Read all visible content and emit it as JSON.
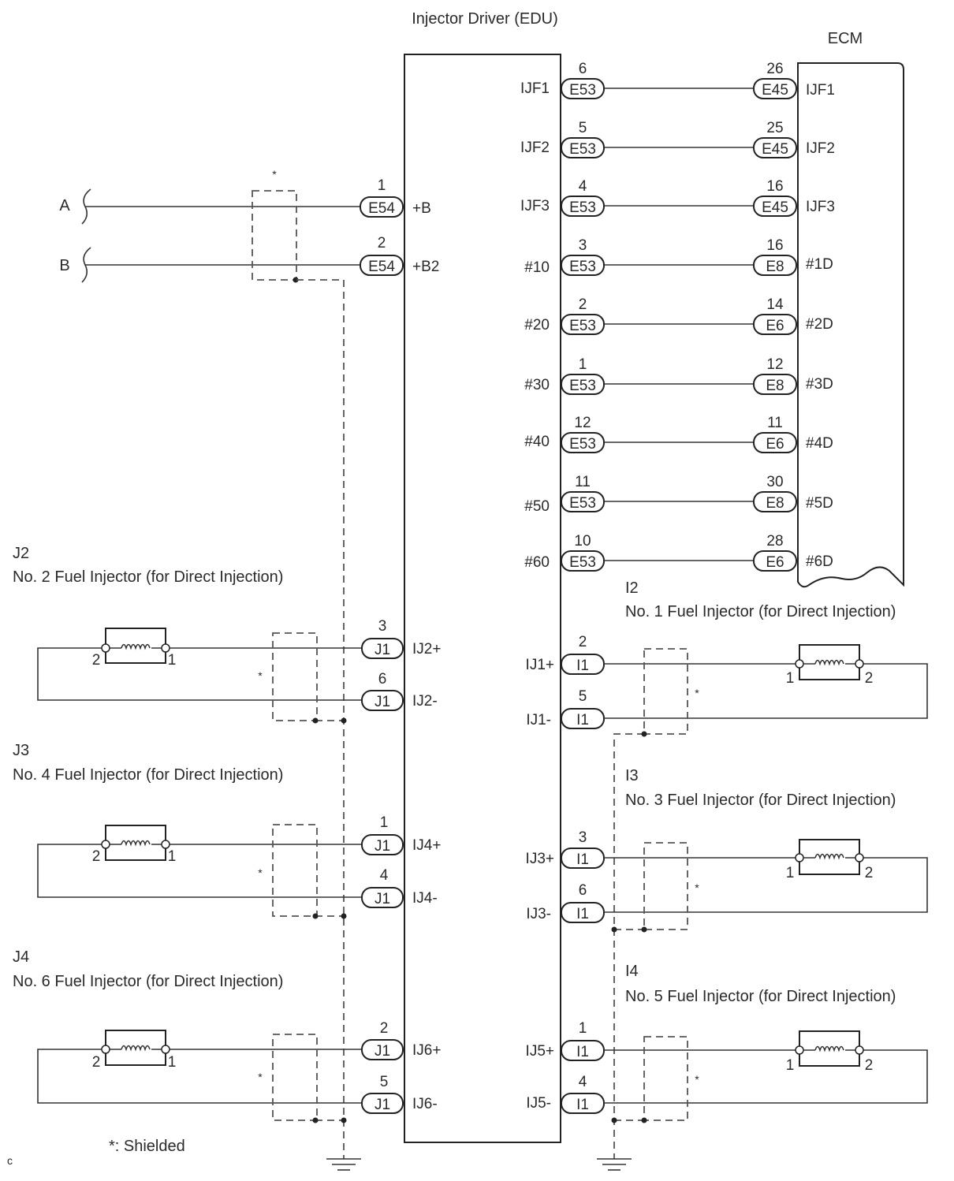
{
  "edu": {
    "title": "Injector Driver (EDU)",
    "left_terminals": [
      {
        "pin": "1",
        "connector": "E54",
        "label": "+B"
      },
      {
        "pin": "2",
        "connector": "E54",
        "label": "+B2"
      },
      {
        "pin": "3",
        "connector": "J1",
        "label": "IJ2+"
      },
      {
        "pin": "6",
        "connector": "J1",
        "label": "IJ2-"
      },
      {
        "pin": "1",
        "connector": "J1",
        "label": "IJ4+"
      },
      {
        "pin": "4",
        "connector": "J1",
        "label": "IJ4-"
      },
      {
        "pin": "2",
        "connector": "J1",
        "label": "IJ6+"
      },
      {
        "pin": "5",
        "connector": "J1",
        "label": "IJ6-"
      }
    ],
    "right_terminals": [
      {
        "pin": "6",
        "connector": "E53",
        "label": "IJF1"
      },
      {
        "pin": "5",
        "connector": "E53",
        "label": "IJF2"
      },
      {
        "pin": "4",
        "connector": "E53",
        "label": "IJF3"
      },
      {
        "pin": "3",
        "connector": "E53",
        "label": "#10"
      },
      {
        "pin": "2",
        "connector": "E53",
        "label": "#20"
      },
      {
        "pin": "1",
        "connector": "E53",
        "label": "#30"
      },
      {
        "pin": "12",
        "connector": "E53",
        "label": "#40"
      },
      {
        "pin": "11",
        "connector": "E53",
        "label": "#50"
      },
      {
        "pin": "10",
        "connector": "E53",
        "label": "#60"
      },
      {
        "pin": "2",
        "connector": "I1",
        "label": "IJ1+"
      },
      {
        "pin": "5",
        "connector": "I1",
        "label": "IJ1-"
      },
      {
        "pin": "3",
        "connector": "I1",
        "label": "IJ3+"
      },
      {
        "pin": "6",
        "connector": "I1",
        "label": "IJ3-"
      },
      {
        "pin": "1",
        "connector": "I1",
        "label": "IJ5+"
      },
      {
        "pin": "4",
        "connector": "I1",
        "label": "IJ5-"
      }
    ]
  },
  "ecm": {
    "title": "ECM",
    "terminals": [
      {
        "pin": "26",
        "connector": "E45",
        "label": "IJF1"
      },
      {
        "pin": "25",
        "connector": "E45",
        "label": "IJF2"
      },
      {
        "pin": "16",
        "connector": "E45",
        "label": "IJF3"
      },
      {
        "pin": "16",
        "connector": "E8",
        "label": "#1D"
      },
      {
        "pin": "14",
        "connector": "E6",
        "label": "#2D"
      },
      {
        "pin": "12",
        "connector": "E8",
        "label": "#3D"
      },
      {
        "pin": "11",
        "connector": "E6",
        "label": "#4D"
      },
      {
        "pin": "30",
        "connector": "E8",
        "label": "#5D"
      },
      {
        "pin": "28",
        "connector": "E6",
        "label": "#6D"
      }
    ]
  },
  "power_inputs": [
    "A",
    "B"
  ],
  "injectors_left": [
    {
      "code": "J2",
      "name": "No. 2 Fuel Injector (for Direct Injection)",
      "pin_a": "2",
      "pin_b": "1"
    },
    {
      "code": "J3",
      "name": "No. 4 Fuel Injector (for Direct Injection)",
      "pin_a": "2",
      "pin_b": "1"
    },
    {
      "code": "J4",
      "name": "No. 6 Fuel Injector (for Direct Injection)",
      "pin_a": "2",
      "pin_b": "1"
    }
  ],
  "injectors_right": [
    {
      "code": "I2",
      "name": "No. 1 Fuel Injector (for Direct Injection)",
      "pin_a": "1",
      "pin_b": "2"
    },
    {
      "code": "I3",
      "name": "No. 3 Fuel Injector (for Direct Injection)",
      "pin_a": "1",
      "pin_b": "2"
    },
    {
      "code": "I4",
      "name": "No. 5 Fuel Injector (for Direct Injection)",
      "pin_a": "1",
      "pin_b": "2"
    }
  ],
  "shield_marker": "*",
  "legend": "*: Shielded",
  "corner_mark": "c"
}
